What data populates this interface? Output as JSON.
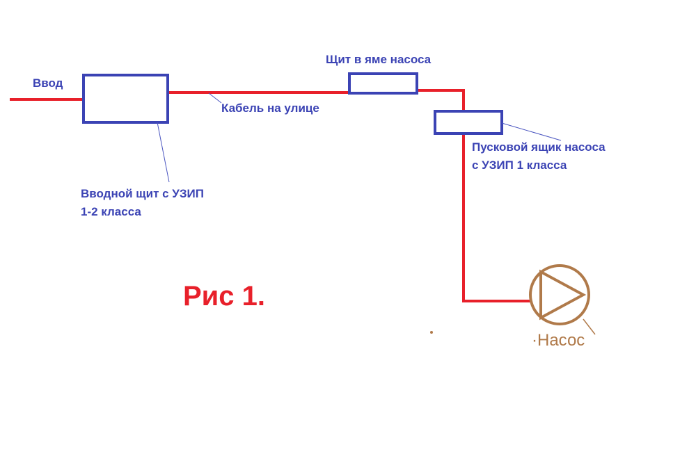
{
  "labels": {
    "input": "Ввод",
    "main_panel_line1": "Вводной щит с УЗИП",
    "main_panel_line2": "1-2 класса",
    "street_cable": "Кабель на улице",
    "pit_panel": "Щит в яме насоса",
    "starter_box_line1": "Пусковой ящик насоса",
    "starter_box_line2": "с УЗИП 1 класса",
    "pump": "·Насос",
    "figure_caption": "Рис 1."
  },
  "colors": {
    "wire": "#e8202a",
    "box": "#3b43b4",
    "label": "#3b43b4",
    "pump": "#b07a4a",
    "caption": "#e8202a"
  },
  "icons": {
    "pump": "pump-symbol-icon"
  }
}
